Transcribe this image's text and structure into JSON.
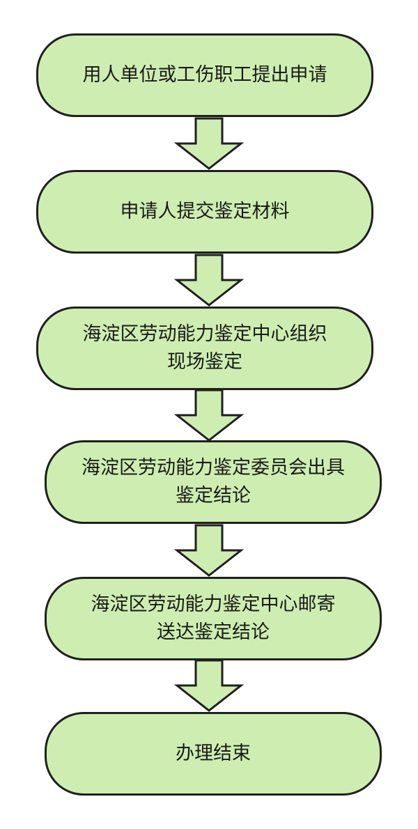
{
  "flowchart": {
    "steps": [
      {
        "label": "用人单位或工伤职工提出申请"
      },
      {
        "label": "申请人提交鉴定材料"
      },
      {
        "label": "海淀区劳动能力鉴定中心组织\n现场鉴定"
      },
      {
        "label": "海淀区劳动能力鉴定委员会出具\n鉴定结论"
      },
      {
        "label": "海淀区劳动能力鉴定中心邮寄\n送达鉴定结论"
      },
      {
        "label": "办理结束"
      }
    ],
    "box_fill": "#cdeeb0",
    "arrow_fill": "#cdeeb0",
    "stroke": "#1f1f1f"
  }
}
